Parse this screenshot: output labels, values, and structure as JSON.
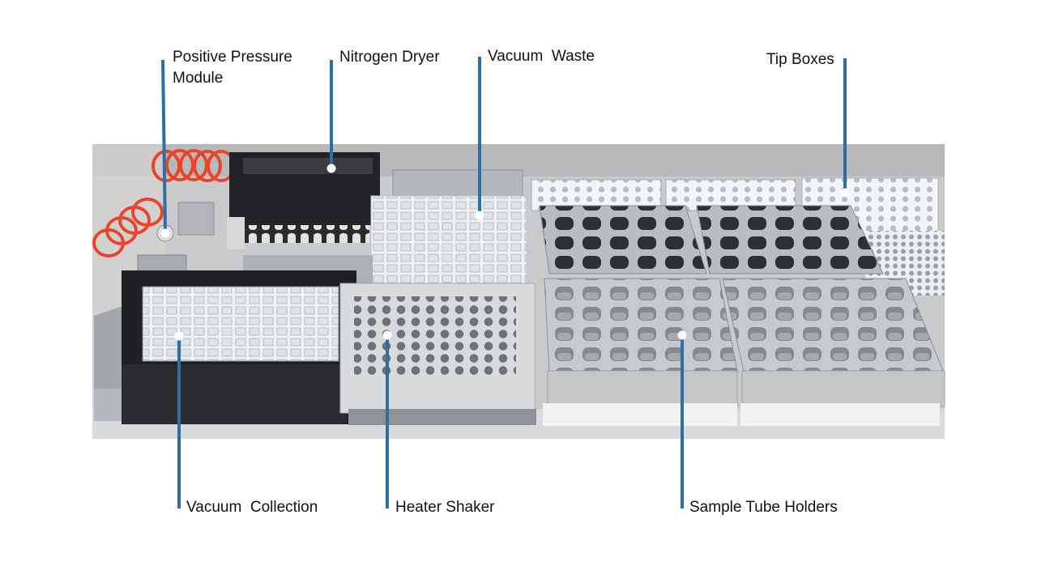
{
  "colors": {
    "leader": "#2e6fa3",
    "text": "#111111",
    "photo_bg": "#c9cacc",
    "tubing": "#e8452b"
  },
  "labels": {
    "positive_pressure": [
      "Positive Pressure",
      "Module"
    ],
    "nitrogen_dryer": "Nitrogen Dryer",
    "vacuum_waste": "Vacuum  Waste",
    "tip_boxes": "Tip Boxes",
    "vacuum_collection": "Vacuum  Collection",
    "heater_shaker": "Heater Shaker",
    "sample_tube_holders": "Sample Tube Holders"
  }
}
